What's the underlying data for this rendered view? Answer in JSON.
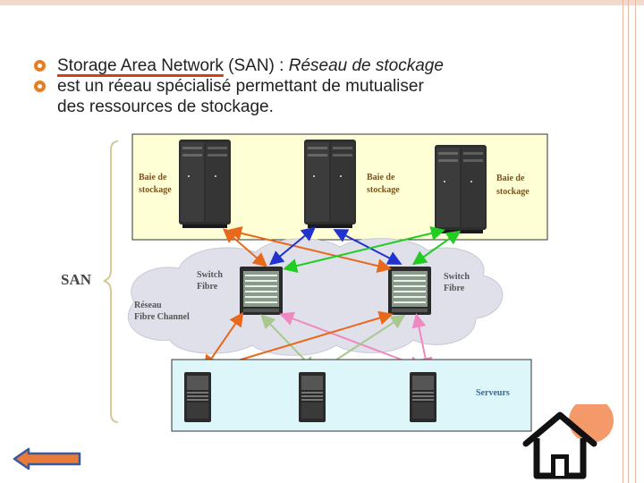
{
  "slide": {
    "bullet1": {
      "term": "Storage Area Network",
      "abbr": "(SAN) : ",
      "french": "Réseau de stockage"
    },
    "bullet2": {
      "line1": "est un réeau spécialisé permettant de mutualiser",
      "line2": "des ressources de stockage."
    }
  },
  "diagram": {
    "san_label": "SAN",
    "storage": [
      {
        "label1": "Baie de",
        "label2": "stockage"
      },
      {
        "label1": "Baie de",
        "label2": "stockage"
      },
      {
        "label1": "Baie de",
        "label2": "stockage"
      }
    ],
    "switch_left": {
      "line1": "Switch",
      "line2": "Fibre"
    },
    "switch_right": {
      "line1": "Switch",
      "line2": "Fibre"
    },
    "network": {
      "line1": "Réseau",
      "line2": "Fibre Channel"
    },
    "servers_label": "Serveurs",
    "colors": {
      "storage_zone": "#ffffd6",
      "server_zone": "#dcf6fa",
      "cloud": "#dfe0ea",
      "links": [
        "#e8681c",
        "#2233cc",
        "#22cc22",
        "#e8681c",
        "#f088c0",
        "#a8c890"
      ]
    }
  },
  "nav": {
    "back_icon": "left-arrow-icon",
    "home_icon": "home-icon"
  },
  "theme": {
    "accent": "#e67e22",
    "frame": "#e8b8a4"
  }
}
